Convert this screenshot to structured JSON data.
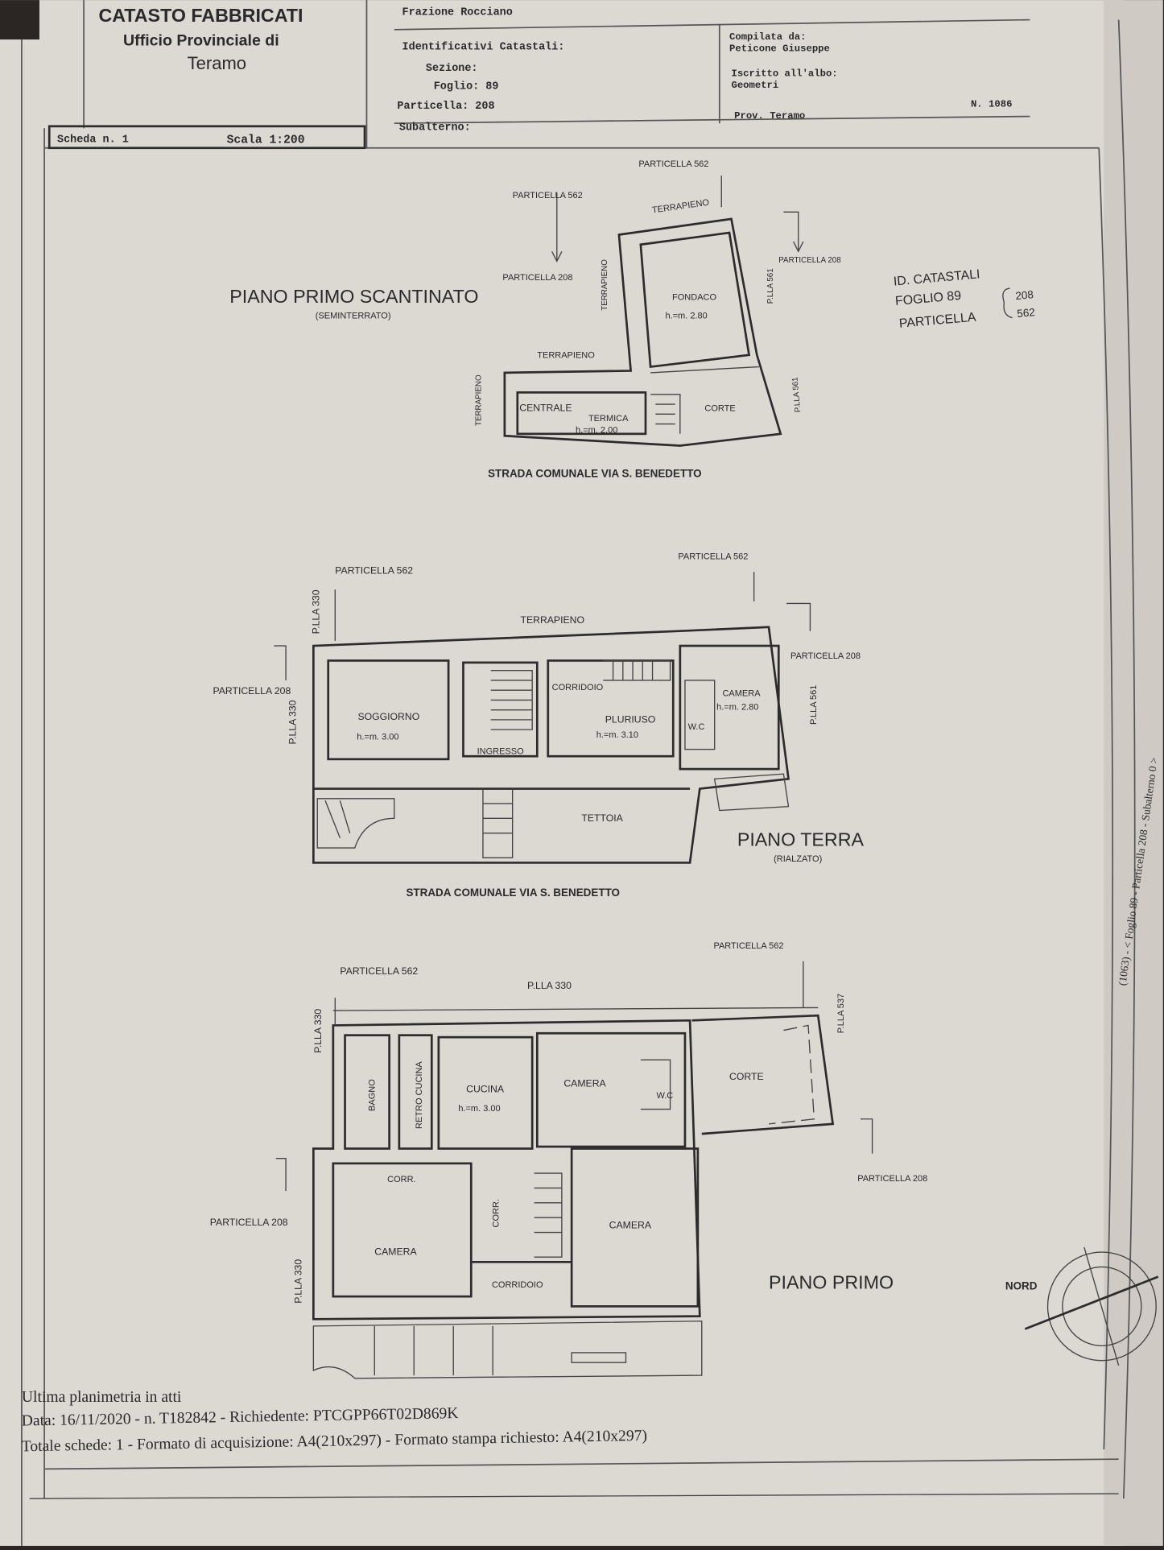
{
  "header": {
    "office_title": "CATASTO FABBRICATI",
    "office_sub": "Ufficio Provinciale di",
    "office_city": "Teramo",
    "frazione": "Frazione Rocciano",
    "ident_label": "Identificativi Catastali:",
    "sezione": "Sezione:",
    "foglio": "Foglio: 89",
    "particella": "Particella: 208",
    "subalterno": "Subalterno:",
    "compilata_label": "Compilata da:",
    "compilata_name": "Peticone Giuseppe",
    "iscritto_label": "Iscritto all'albo:",
    "iscritto_value": "Geometri",
    "prov": "Prov. Teramo",
    "number": "N. 1086",
    "scheda": "Scheda n. 1",
    "scala": "Scala 1:200"
  },
  "side_text": "(1063) - < Foglio 89 - Particella 208 - Subalterno 0 >",
  "id_catastali": {
    "title": "ID. CATASTALI",
    "foglio": "FOGLIO 89",
    "particella": "PARTICELLA",
    "p1": "208",
    "p2": "562"
  },
  "plan_basement": {
    "title": "PIANO PRIMO SCANTINATO",
    "subtitle": "(SEMINTERRATO)",
    "labels": {
      "p562_top": "PARTICELLA 562",
      "p562_left": "PARTICELLA 562",
      "p208_left": "PARTICELLA 208",
      "p208_right": "PARTICELLA 208",
      "terrapieno_top": "TERRAPIENO",
      "terrapieno_vert": "TERRAPIENO",
      "terrapieno_mid": "TERRAPIENO",
      "terrapieno_left": "TERRAPIENO",
      "plla561a": "P.LLA 561",
      "plla561b": "P.LLA 561",
      "fondaco": "FONDACO",
      "fondaco_h": "h.=m. 2.80",
      "centrale": "CENTRALE",
      "termica": "TERMICA",
      "termica_h": "h.=m. 2,00",
      "corte": "CORTE",
      "strada": "STRADA COMUNALE  VIA S. BENEDETTO"
    }
  },
  "plan_ground": {
    "title": "PIANO TERRA",
    "subtitle": "(RIALZATO)",
    "labels": {
      "p562_left": "PARTICELLA 562",
      "p562_right": "PARTICELLA 562",
      "p208_left": "PARTICELLA 208",
      "p208_right": "PARTICELLA 208",
      "plla330_top": "P.LLA 330",
      "plla330_bottom": "P.LLA 330",
      "plla561": "P.LLA 561",
      "terrapieno": "TERRAPIENO",
      "soggiorno": "SOGGIORNO",
      "soggiorno_h": "h.=m. 3.00",
      "ingresso": "INGRESSO",
      "corridoio": "CORRIDOIO",
      "pluriuso": "PLURIUSO",
      "pluriuso_h": "h.=m. 3.10",
      "wc": "W.C",
      "camera": "CAMERA",
      "camera_h": "h.=m. 2.80",
      "tettoia": "TETTOIA",
      "strada": "STRADA COMUNALE  VIA S. BENEDETTO"
    }
  },
  "plan_first": {
    "title": "PIANO PRIMO",
    "labels": {
      "p562_left": "PARTICELLA 562",
      "p562_right": "PARTICELLA 562",
      "p208_left": "PARTICELLA 208",
      "p208_right": "PARTICELLA 208",
      "plla330_mid": "P.LLA 330",
      "plla330_top": "P.LLA 330",
      "plla330_bottom": "P.LLA 330",
      "plla537": "P.LLA 537",
      "bagno": "BAGNO",
      "retro_cucina": "RETRO CUCINA",
      "cucina": "CUCINA",
      "cucina_h": "h.=m. 3.00",
      "camera1": "CAMERA",
      "wc": "W.C",
      "corte": "CORTE",
      "corr": "CORR.",
      "corr_v": "CORR.",
      "camera2": "CAMERA",
      "camera3": "CAMERA",
      "corridoio": "CORRIDOIO"
    },
    "nord": "NORD"
  },
  "footer": {
    "line1": "Ultima planimetria in atti",
    "line2": "Data: 16/11/2020 - n. T182842 - Richiedente: PTCGPP66T02D869K",
    "line3": "Totale schede: 1 - Formato di acquisizione: A4(210x297)  - Formato stampa richiesto: A4(210x297)"
  }
}
